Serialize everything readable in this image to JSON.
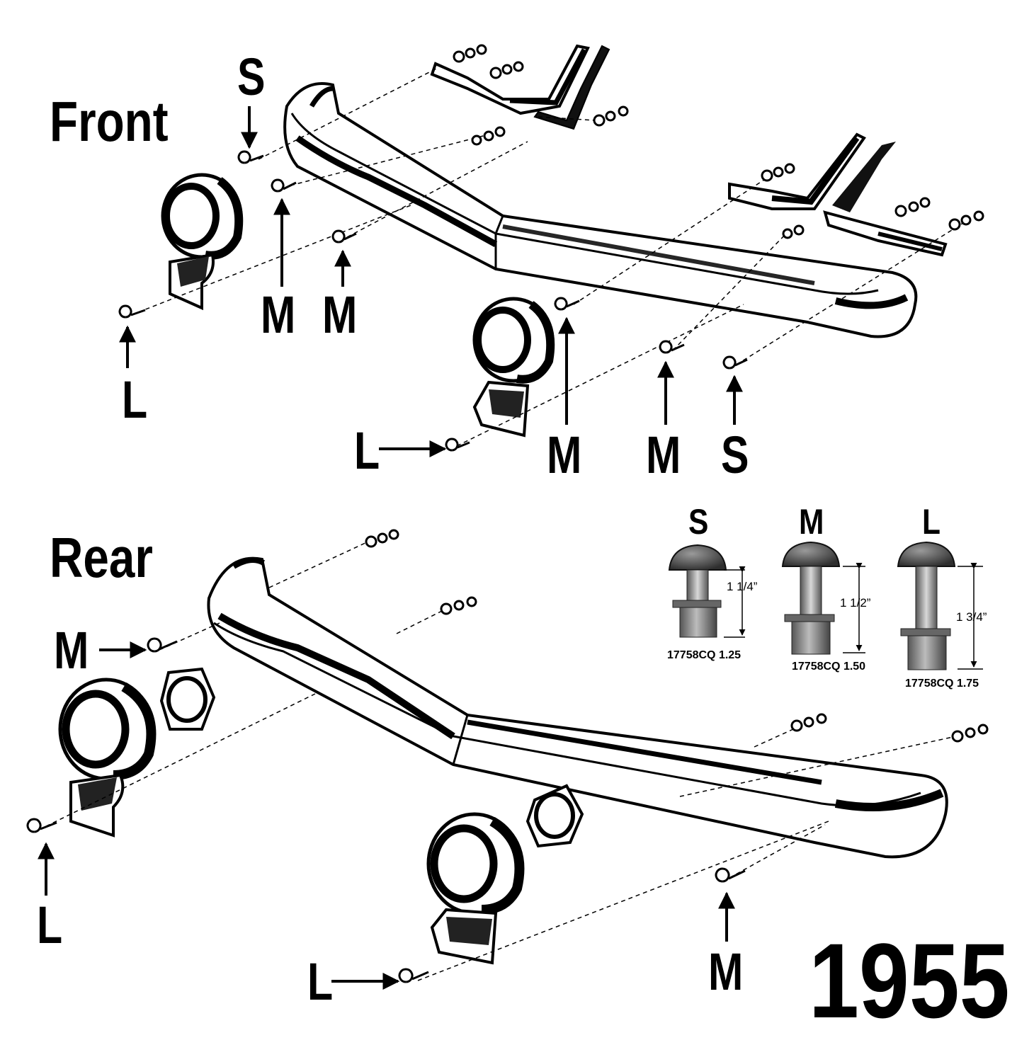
{
  "sections": {
    "front": "Front",
    "rear": "Rear"
  },
  "callouts": {
    "front_s_top": "S",
    "front_m_left_a": "M",
    "front_m_left_b": "M",
    "front_l_left": "L",
    "front_l_right": "L",
    "front_m_right_a": "M",
    "front_m_right_b": "M",
    "front_s_right": "S",
    "rear_m_left": "M",
    "rear_l_left": "L",
    "rear_l_right": "L",
    "rear_m_right": "M"
  },
  "bolts": [
    {
      "size": "S",
      "length": "1  1/4”",
      "part": "17758CQ 1.25"
    },
    {
      "size": "M",
      "length": "1  1/2”",
      "part": "17758CQ 1.50"
    },
    {
      "size": "L",
      "length": "1  3/4”",
      "part": "17758CQ 1.75"
    }
  ],
  "year": "1955"
}
